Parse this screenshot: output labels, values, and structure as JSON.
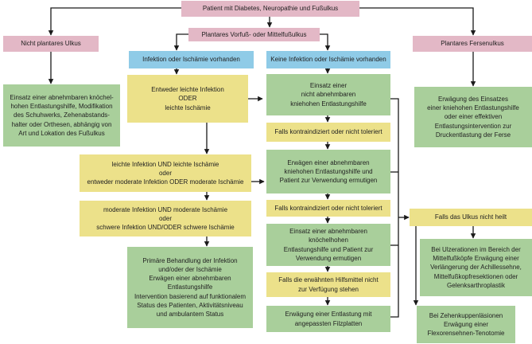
{
  "colors": {
    "pink": "#e3b8c6",
    "blue": "#8fcbe7",
    "yellow": "#ece18a",
    "green": "#a9cf9b",
    "line": "#1a1a1a"
  },
  "nodes": {
    "root": "Patient mit Diabetes, Neuropathie und Fußulkus",
    "non_plantar": "Nicht plantares Ulkus",
    "plantar_forefoot": "Plantares Vorfuß- oder Mittelfußulkus",
    "plantar_heel": "Plantares Fersenulkus",
    "infection_yes": "Infektion oder Ischämie vorhanden",
    "infection_no": "Keine Infektion oder Ischämie vorhanden",
    "non_plantar_treatment": "Einsatz einer abnehmbaren knöchel-\nhohen Entlastungshilfe, Modifikation\ndes Schuhwerks, Zehenabstands-\nhalter oder Orthesen, abhängig von\nArt und Lokation des Fußulkus",
    "mild_either": "Entweder leichte Infektion\nODER\nleichte Ischämie",
    "nonremovable": "Einsatz einer\nnicht abnehmbaren\nkniehohen Entlastungshilfe",
    "heel_treatment": "Erwägung des Einsatzes\neiner kniehohen Entlastungshilfe\noder einer effektiven\nEntlastungsintervention zur\nDruckentlastung der Ferse",
    "contra1": "Falls kontraindiziert oder nicht toleriert",
    "mild_both": "leichte Infektion UND leichte Ischämie\noder\nentweder moderate Infektion ODER moderate Ischämie",
    "removable_knee": "Erwägen einer abnehmbaren\nkniehohen Entlastungshilfe und\nPatient zur Verwendung ermutigen",
    "contra2": "Falls kontraindiziert oder nicht toleriert",
    "moderate_severe": "moderate Infektion UND moderate Ischämie\noder\nschwere Infektion UND/ODER schwere Ischämie",
    "not_healing": "Falls das Ulkus nicht heilt",
    "removable_ankle": "Einsatz einer abnehmbaren knöchelhohen\nEntlastungshilfe und Patient zur\nVerwendung ermutigen",
    "primary_treatment": "Primäre Behandlung der Infektion\nund/oder der Ischämie\nErwägen einer abnehmbaren\nEntlastungshilfe\nIntervention basierend auf funktionalem\nStatus des Patienten, Aktivitätsniveau\nund ambulantem Status",
    "metatarsal_surgery": "Bei Ulzerationen im Bereich der\nMittelfußköpfe Erwägung einer\nVerlängerung der Achillessehne,\nMittelfußkopfresektionen oder\nGelenksarthroplastik",
    "aids_unavailable": "Falls die erwähnten Hilfsmittel nicht\nzur Verfügung stehen",
    "felt_padding": "Erwägung einer Entlastung mit\nangepassten Filzplatten",
    "toe_tenotomy": "Bei Zehenkuppenläsionen\nErwägung einer\nFlexorensehnen-Tenotomie"
  }
}
